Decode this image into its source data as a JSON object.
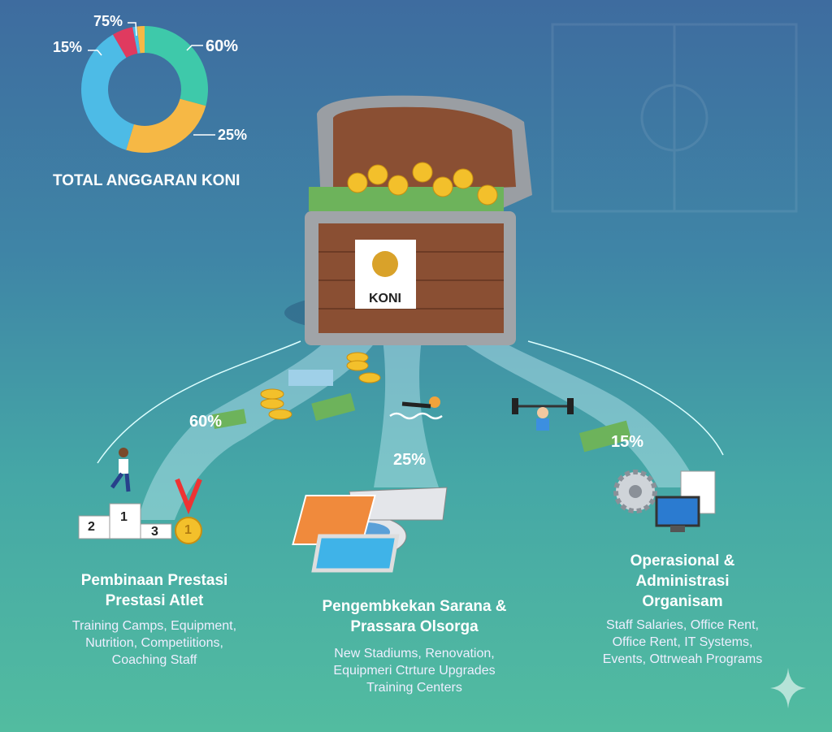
{
  "donut": {
    "title": "TOTAL ANGGARAN KONI",
    "labels": [
      "60%",
      "25%",
      "15%",
      "75%"
    ],
    "colors": {
      "teal": "#3ec9aa",
      "orange": "#f6b845",
      "blue": "#4dbbe6",
      "red": "#e03a5f"
    }
  },
  "chest": {
    "logo_text": "KONI"
  },
  "flows": {
    "left_pct": "60%",
    "middle_pct": "25%",
    "right_pct": "15%"
  },
  "podium": [
    "2",
    "1",
    "3"
  ],
  "medal": "1",
  "categories": [
    {
      "title_1": "Pembinaan Prestasi",
      "title_2": "Prestasi Atlet",
      "desc_1": "Training Camps, Equipment,",
      "desc_2": "Nutrition, Competiitions,",
      "desc_3": "Coaching Staff"
    },
    {
      "title_1": "Pengembkekan Sarana &",
      "title_2": "Prassara Olsorga",
      "desc_1": "New Stadiums, Renovation,",
      "desc_2": "Equipmeri Ctrture Upgrades",
      "desc_3": "Training Centers"
    },
    {
      "title_1": "Operasional &",
      "title_2": "Administrasi",
      "title_3": "Organisam",
      "desc_1": "Staff Salaries, Office Rent,",
      "desc_2": "Office Rent, IT Systems,",
      "desc_3": "Events, Ottrweah Programs"
    }
  ]
}
